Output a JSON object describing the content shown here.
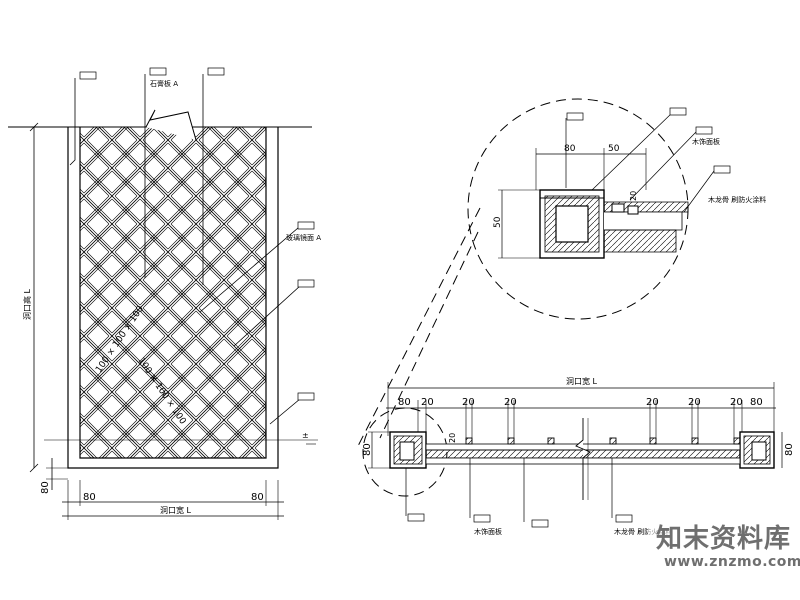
{
  "left_elevation": {
    "label_near_top": "石膏板 A",
    "label_right_hatch": "玻璃镜面 A",
    "label_height_dim": "洞口高 L",
    "dims_bottom": [
      "80",
      "80"
    ],
    "dim_bottom_left": "80",
    "label_width_dim": "洞口宽 L",
    "diag_labels": [
      "100 × 100 × 100",
      "100 × 100 × 100"
    ],
    "level_mark": "±"
  },
  "detail_circle": {
    "dims_top": [
      "80",
      "50"
    ],
    "dim_side": "50",
    "dim_small": "20",
    "labels": [
      "木饰面板",
      "木龙骨 刷防火涂料"
    ]
  },
  "plan_section": {
    "title_dim": "洞口宽 L",
    "dims_top": [
      "80",
      "20",
      "20",
      "20",
      "20",
      "20",
      "20",
      "80"
    ],
    "dim_left_side": "80",
    "dim_right_side": "80",
    "dim_small": "20",
    "labels_bottom": [
      "木饰面板",
      "木龙骨 刷防火涂料"
    ]
  },
  "watermark": {
    "text": "知末资料库",
    "url": "www.znzmo.com"
  }
}
